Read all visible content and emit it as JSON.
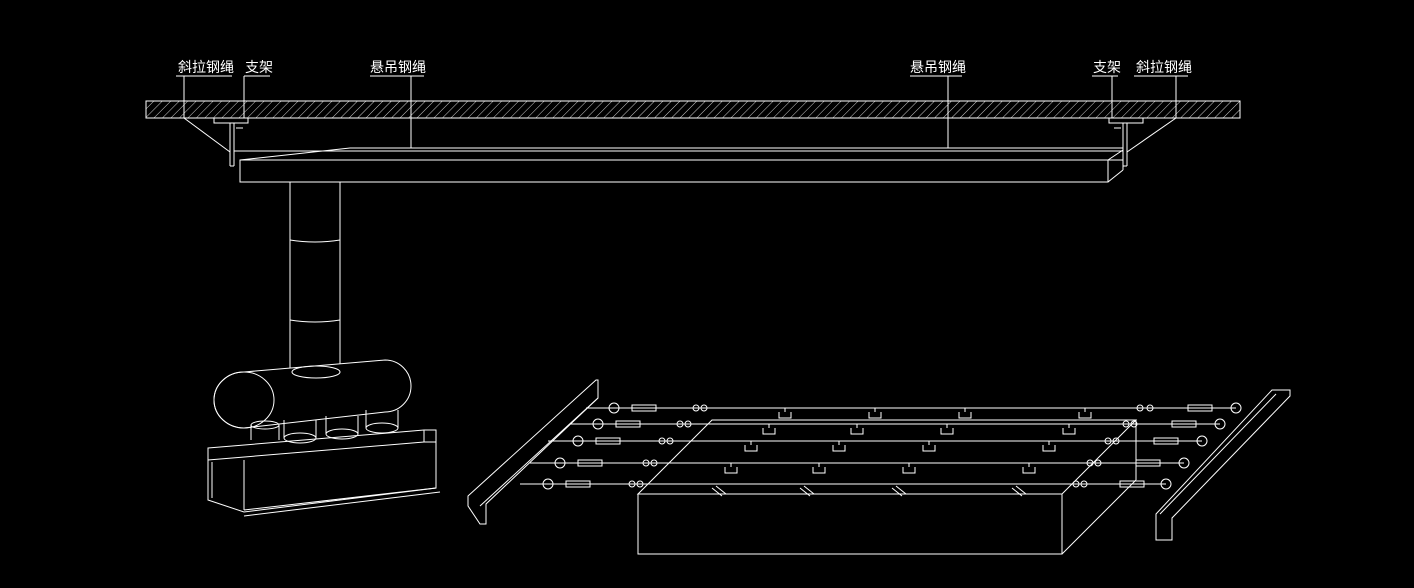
{
  "labels": {
    "diagonal_rope_left": "斜拉钢绳",
    "bracket_left": "支架",
    "suspension_rope_left": "悬吊钢绳",
    "suspension_rope_right": "悬吊钢绳",
    "bracket_right": "支架",
    "diagonal_rope_right": "斜拉钢绳"
  },
  "colors": {
    "background": "#000000",
    "line": "#ffffff"
  }
}
